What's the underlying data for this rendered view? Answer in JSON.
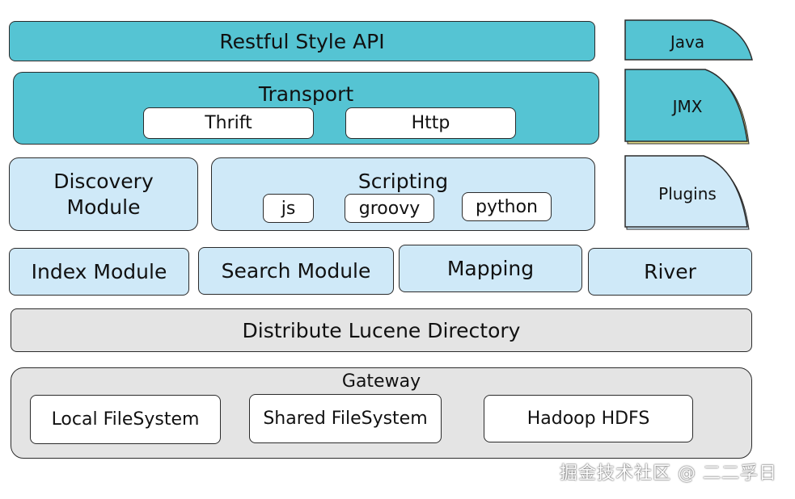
{
  "restful_api": {
    "label": "Restful Style API"
  },
  "transport": {
    "label": "Transport",
    "items": [
      "Thrift",
      "Http"
    ]
  },
  "discovery": {
    "line1": "Discovery",
    "line2": "Module"
  },
  "scripting": {
    "label": "Scripting",
    "items": [
      "js",
      "groovy",
      "python"
    ]
  },
  "modules": [
    "Index Module",
    "Search Module",
    "Mapping",
    "River"
  ],
  "lucene": {
    "label": "Distribute Lucene Directory"
  },
  "gateway": {
    "label": "Gateway",
    "items": [
      "Local FileSystem",
      "Shared FileSystem",
      "Hadoop HDFS"
    ]
  },
  "side": {
    "java": "Java",
    "jmx": "JMX",
    "plugins": "Plugins"
  },
  "watermark": "掘金技术社区 @ 二二孚日",
  "colors": {
    "teal": "#55c4d3",
    "light_blue": "#cfe9f8",
    "gray": "#e4e4e4"
  }
}
